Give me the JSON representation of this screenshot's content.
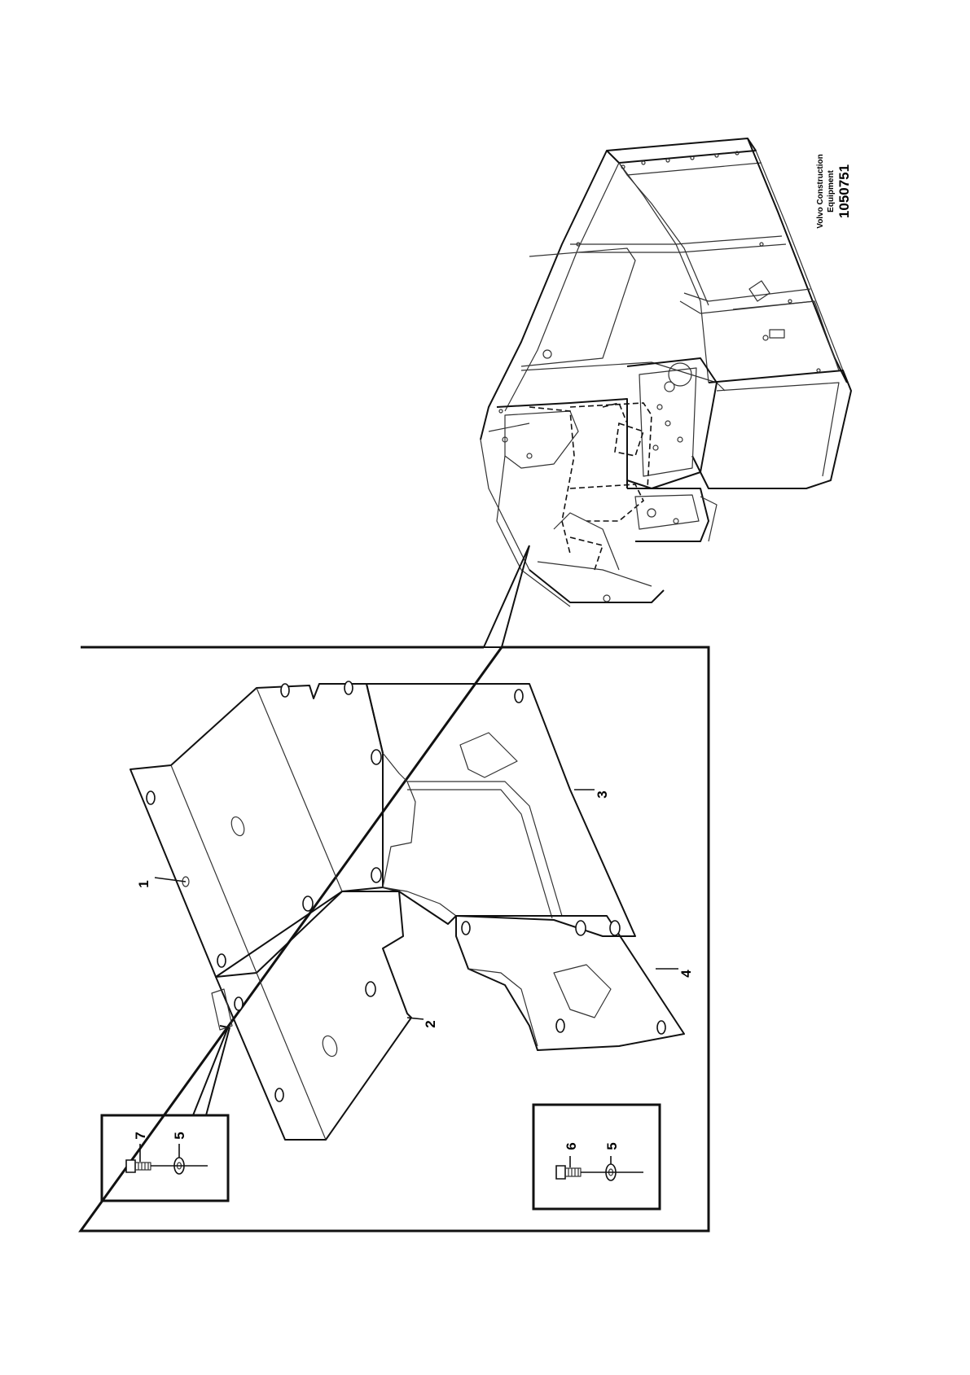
{
  "brand": {
    "company_line1": "Volvo Construction",
    "company_line2": "Equipment",
    "drawing_number": "1050751"
  },
  "callouts": {
    "part_1": "1",
    "part_2": "2",
    "part_3": "3",
    "part_4": "4",
    "part_5_left": "5",
    "part_7": "7",
    "part_6": "6",
    "part_5_right": "5"
  }
}
